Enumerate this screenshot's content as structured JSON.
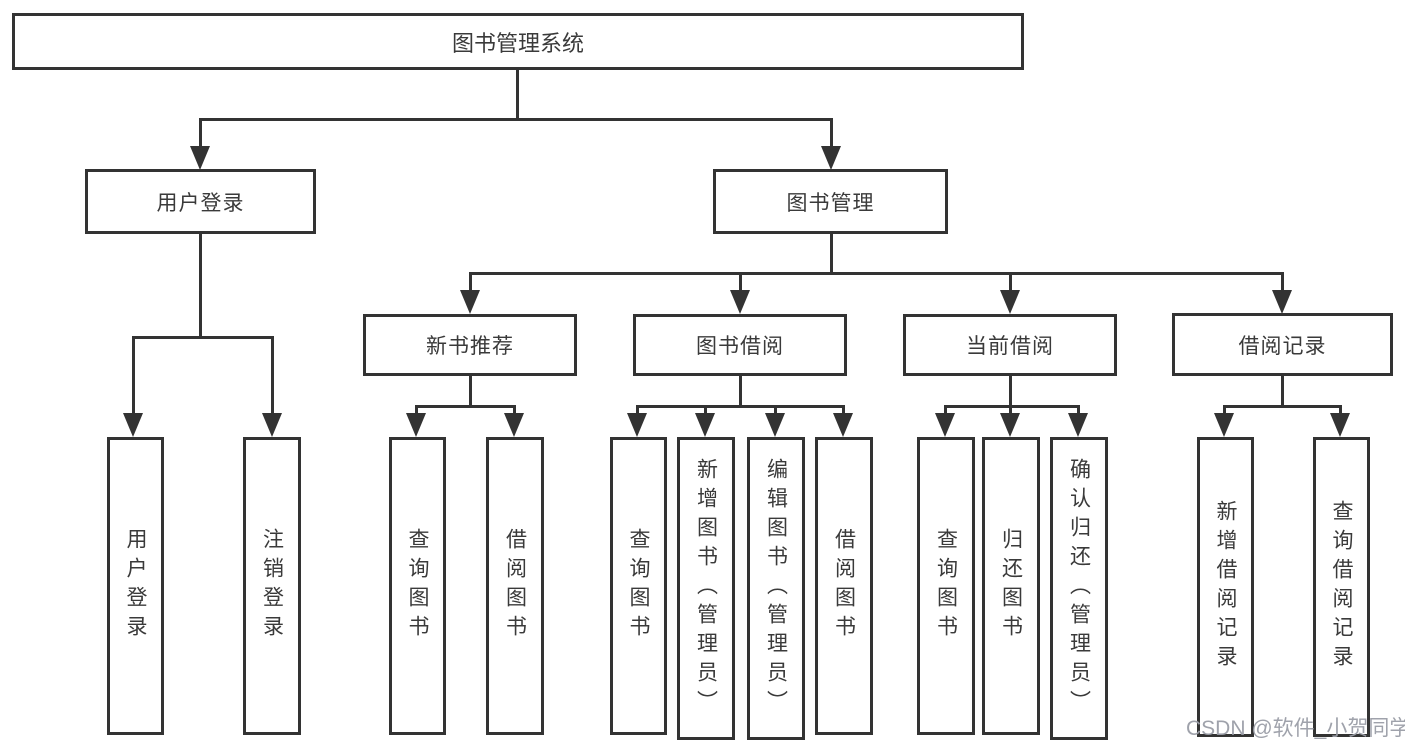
{
  "diagram": {
    "title": "图书管理系统",
    "root": {
      "label": "图书管理系统"
    },
    "level2": {
      "user_login": {
        "label": "用户登录"
      },
      "book_mgmt": {
        "label": "图书管理"
      }
    },
    "level3": {
      "new_book_rec": {
        "label": "新书推荐"
      },
      "book_borrow": {
        "label": "图书借阅"
      },
      "current_borrow": {
        "label": "当前借阅"
      },
      "borrow_records": {
        "label": "借阅记录"
      }
    },
    "leaves": {
      "user_login_leaf": {
        "label": "用户登录"
      },
      "logout": {
        "label": "注销登录"
      },
      "query_book_rec": {
        "label": "查询图书"
      },
      "borrow_book_rec": {
        "label": "借阅图书"
      },
      "query_book_borrow": {
        "label": "查询图书"
      },
      "add_book_admin": {
        "label": "新增图书（管理员）"
      },
      "edit_book_admin": {
        "label": "编辑图书（管理员）"
      },
      "borrow_book": {
        "label": "借阅图书"
      },
      "query_book_current": {
        "label": "查询图书"
      },
      "return_book": {
        "label": "归还图书"
      },
      "confirm_return_admin": {
        "label": "确认归还（管理员）"
      },
      "add_borrow_record": {
        "label": "新增借阅记录"
      },
      "query_borrow_record": {
        "label": "查询借阅记录"
      }
    },
    "watermark": "CSDN @软件_小贺同学",
    "colors": {
      "line": "#333333",
      "text": "#3a3a3a",
      "background": "#ffffff",
      "watermark": "#9a9da7"
    }
  }
}
